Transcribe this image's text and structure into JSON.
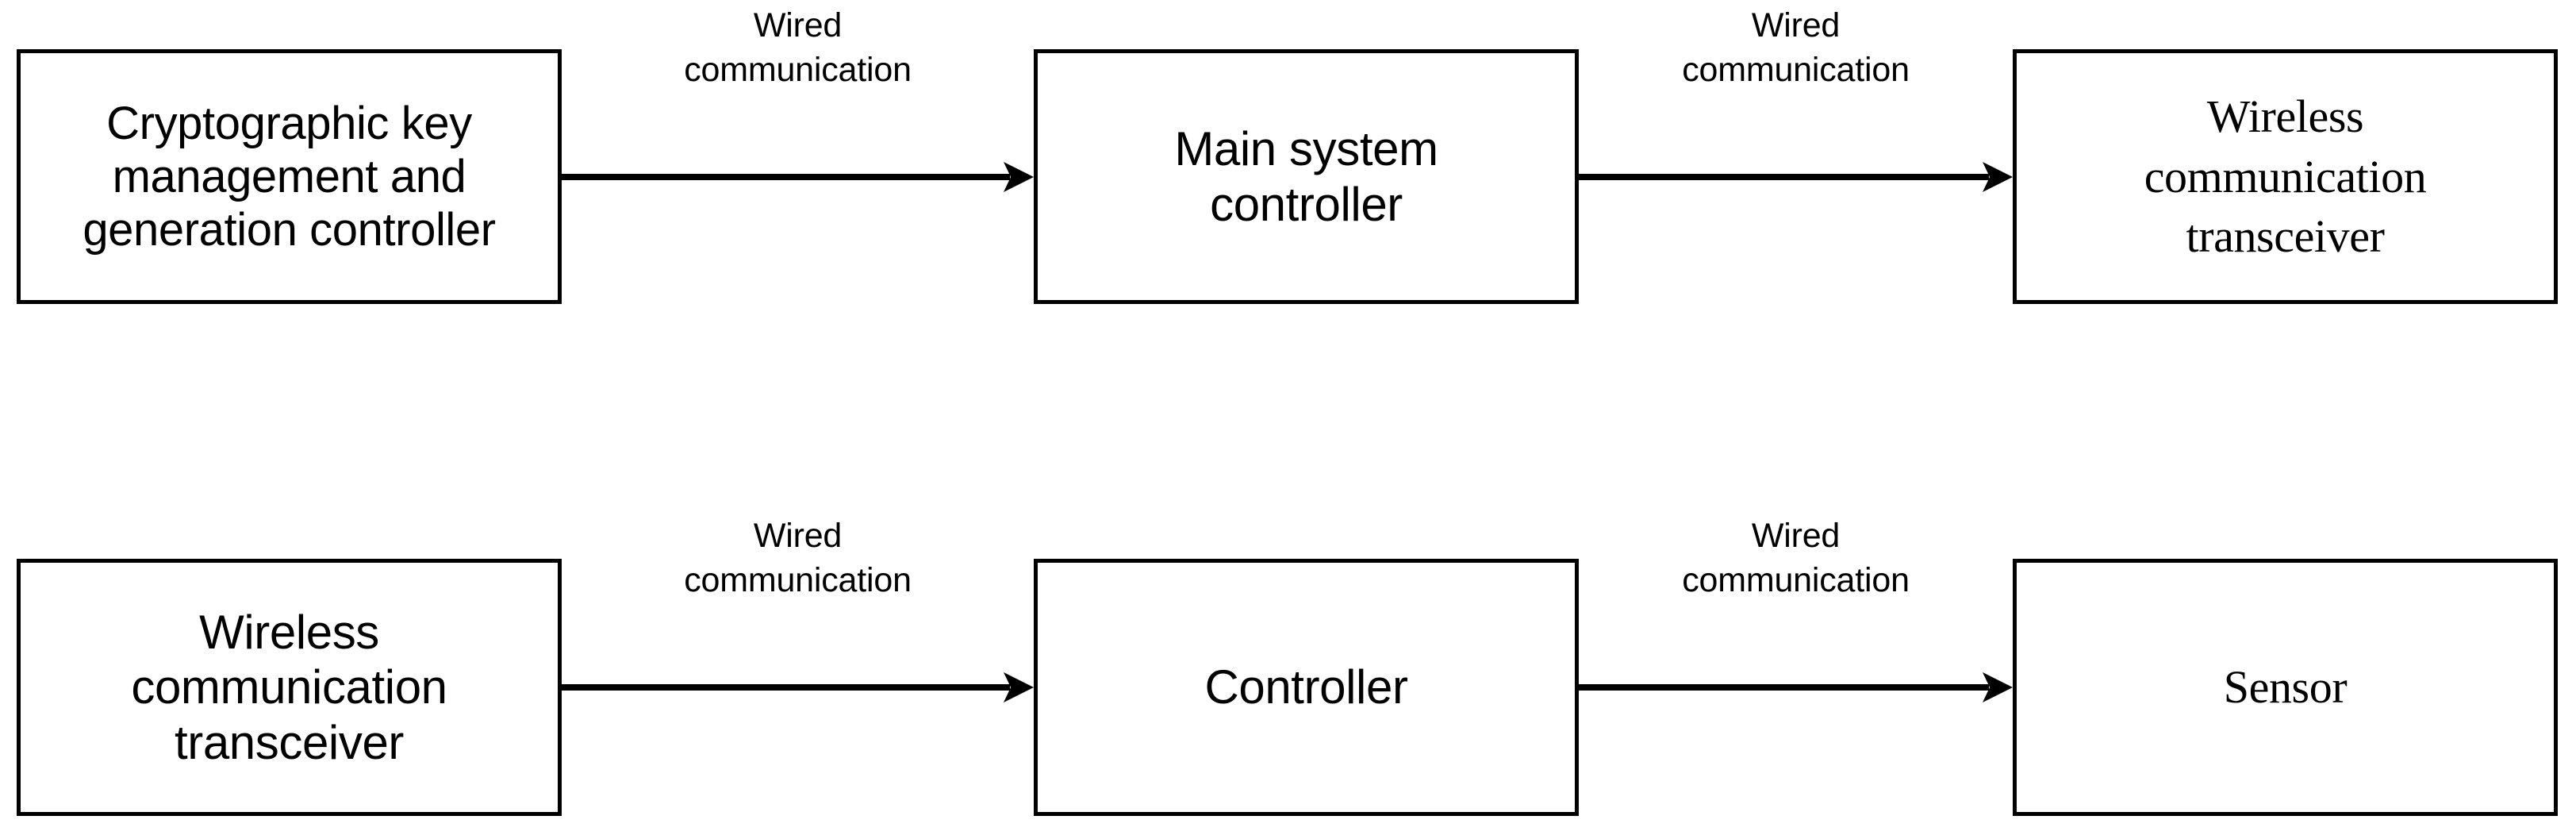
{
  "diagram": {
    "type": "block-diagram",
    "background_color": "#ffffff",
    "line_color": "#000000",
    "rows": [
      {
        "name": "top-chain",
        "nodes": [
          {
            "id": "crypto-controller",
            "label": "Cryptographic key\nmanagement and\ngeneration controller",
            "font": "sans-serif"
          },
          {
            "id": "main-controller",
            "label": "Main system\ncontroller",
            "font": "sans-serif"
          },
          {
            "id": "wireless-top",
            "label": "Wireless\ncommunication\ntransceiver",
            "font": "serif"
          }
        ],
        "edges": [
          {
            "id": "crypto-to-main",
            "label": "Wired\ncommunication",
            "from": "crypto-controller",
            "to": "main-controller",
            "direction": "right"
          },
          {
            "id": "main-to-wireless",
            "label": "Wired\ncommunication",
            "from": "main-controller",
            "to": "wireless-top",
            "direction": "right"
          }
        ]
      },
      {
        "name": "bottom-chain",
        "nodes": [
          {
            "id": "wireless-bottom",
            "label": "Wireless\ncommunication\ntransceiver",
            "font": "sans-serif"
          },
          {
            "id": "controller",
            "label": "Controller",
            "font": "sans-serif"
          },
          {
            "id": "sensor",
            "label": "Sensor",
            "font": "serif"
          }
        ],
        "edges": [
          {
            "id": "wireless-to-ctrl",
            "label": "Wired\ncommunication",
            "from": "wireless-bottom",
            "to": "controller",
            "direction": "right"
          },
          {
            "id": "ctrl-to-sensor",
            "label": "Wired\ncommunication",
            "from": "controller",
            "to": "sensor",
            "direction": "right"
          }
        ]
      }
    ]
  }
}
